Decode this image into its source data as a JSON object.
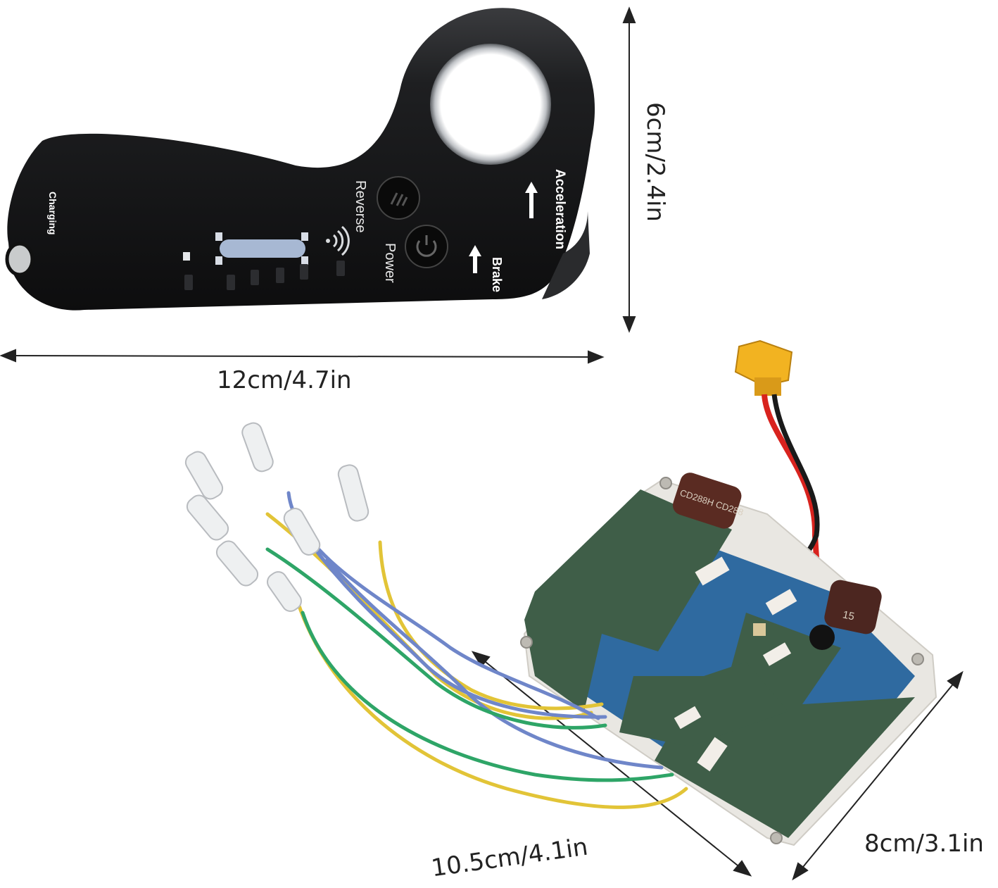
{
  "remote": {
    "labels": {
      "charging": "Charging",
      "reverse": "Reverse",
      "power": "Power",
      "acceleration": "Acceleration",
      "brake": "Brake"
    }
  },
  "controller_board": {
    "capacitor_left_label": "CD288H  CD288",
    "capacitor_right_label": "15"
  },
  "dimensions": {
    "remote_width": "12cm/4.7in",
    "remote_height": "6cm/2.4in",
    "board_length": "10.5cm/4.1in",
    "board_width": "8cm/3.1in"
  },
  "colors": {
    "remote_body": "#1b1c1e",
    "board_green": "#3f5e48",
    "pcb_blue": "#2f6aa0",
    "wire_yellow": "#e2c437",
    "wire_blue": "#6f86c9",
    "wire_green": "#2ea567",
    "connector_yellow": "#f2b321"
  }
}
